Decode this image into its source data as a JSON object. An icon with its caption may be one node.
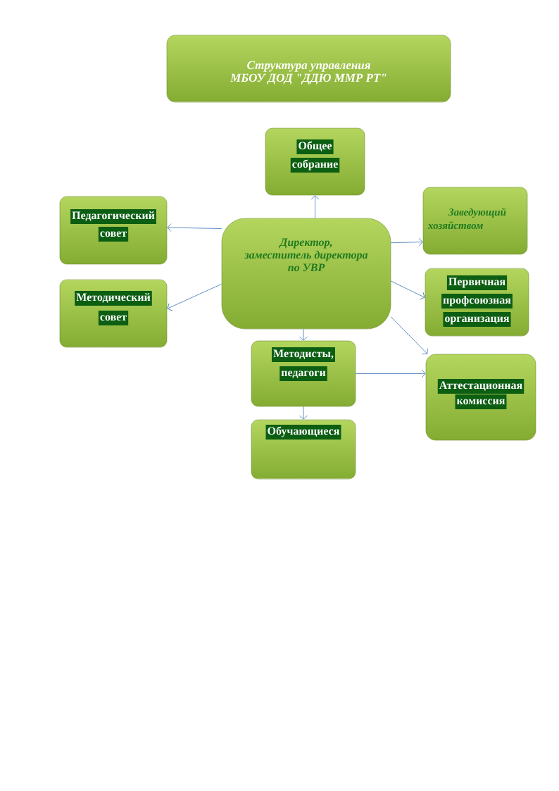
{
  "diagram": {
    "nodes": [
      {
        "text": [
          "Структура управления МБОУ ДОД \"ДДЮ ММР РТ\""
        ]
      },
      {
        "text": [
          "Общее собрание"
        ]
      },
      {
        "text": [
          "Педагогический совет"
        ]
      },
      {
        "text": [
          "Заведующий хозяйством"
        ]
      },
      {
        "text": [
          "Директор, заместитель директора по УВР"
        ]
      },
      {
        "text": [
          "Методический совет"
        ]
      },
      {
        "text": [
          "Первичная профсоюзная организация"
        ]
      },
      {
        "text": [
          "Методисты, педагоги"
        ]
      },
      {
        "text": [
          "Аттестационная комиссия"
        ]
      },
      {
        "text": [
          "Обучающиеся"
        ]
      }
    ],
    "edges": [
      {
        "from": 4,
        "to": 1,
        "arrow": "to"
      },
      {
        "from": 4,
        "to": 2,
        "arrow": "to"
      },
      {
        "from": 4,
        "to": 3,
        "arrow": "to"
      },
      {
        "from": 4,
        "to": 5,
        "arrow": "to"
      },
      {
        "from": 4,
        "to": 6,
        "arrow": "to"
      },
      {
        "from": 4,
        "to": 8,
        "arrow": "to"
      },
      {
        "from": 4,
        "to": 7,
        "arrow": "to"
      },
      {
        "from": 7,
        "to": 8,
        "arrow": "to"
      },
      {
        "from": 7,
        "to": 9,
        "arrow": "to"
      }
    ]
  }
}
